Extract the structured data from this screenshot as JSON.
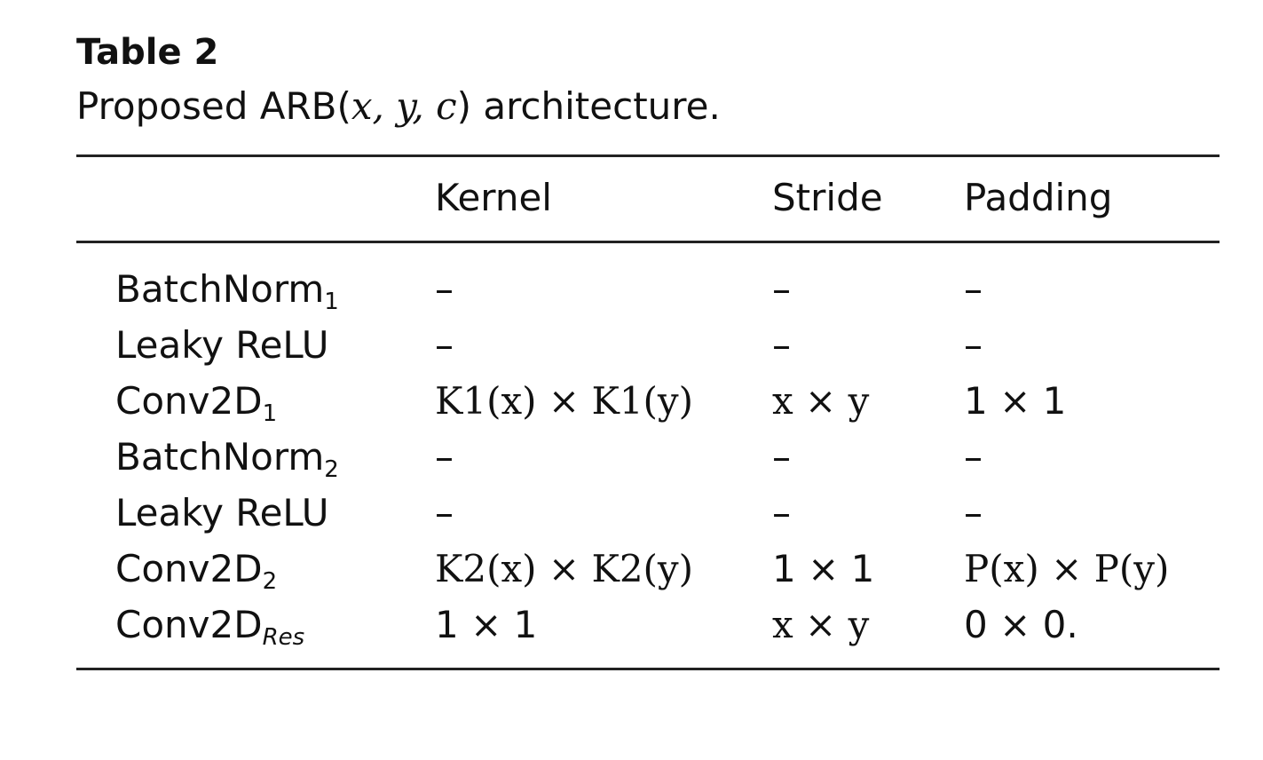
{
  "table": {
    "label": "Table 2",
    "caption_prefix": "Proposed ARB(",
    "caption_args": "x, y, c",
    "caption_suffix": ") architecture.",
    "headers": {
      "layer": "",
      "kernel": "Kernel",
      "stride": "Stride",
      "padding": "Padding"
    },
    "rows": [
      {
        "name": "BatchNorm",
        "sub": "1",
        "kernel": "–",
        "stride": "–",
        "padding": "–"
      },
      {
        "name": "Leaky ReLU",
        "sub": "",
        "kernel": "–",
        "stride": "–",
        "padding": "–"
      },
      {
        "name": "Conv2D",
        "sub": "1",
        "kernel": "K1(x) × K1(y)",
        "stride": "x × y",
        "padding": "1 × 1"
      },
      {
        "name": "BatchNorm",
        "sub": "2",
        "kernel": "–",
        "stride": "–",
        "padding": "–"
      },
      {
        "name": "Leaky ReLU",
        "sub": "",
        "kernel": "–",
        "stride": "–",
        "padding": "–"
      },
      {
        "name": "Conv2D",
        "sub": "2",
        "kernel": "K2(x) × K2(y)",
        "stride": "1 × 1",
        "padding": "P(x) × P(y)"
      },
      {
        "name": "Conv2D",
        "sub": "Res",
        "kernel": "1 × 1",
        "stride": "x × y",
        "padding": "0 × 0."
      }
    ]
  }
}
